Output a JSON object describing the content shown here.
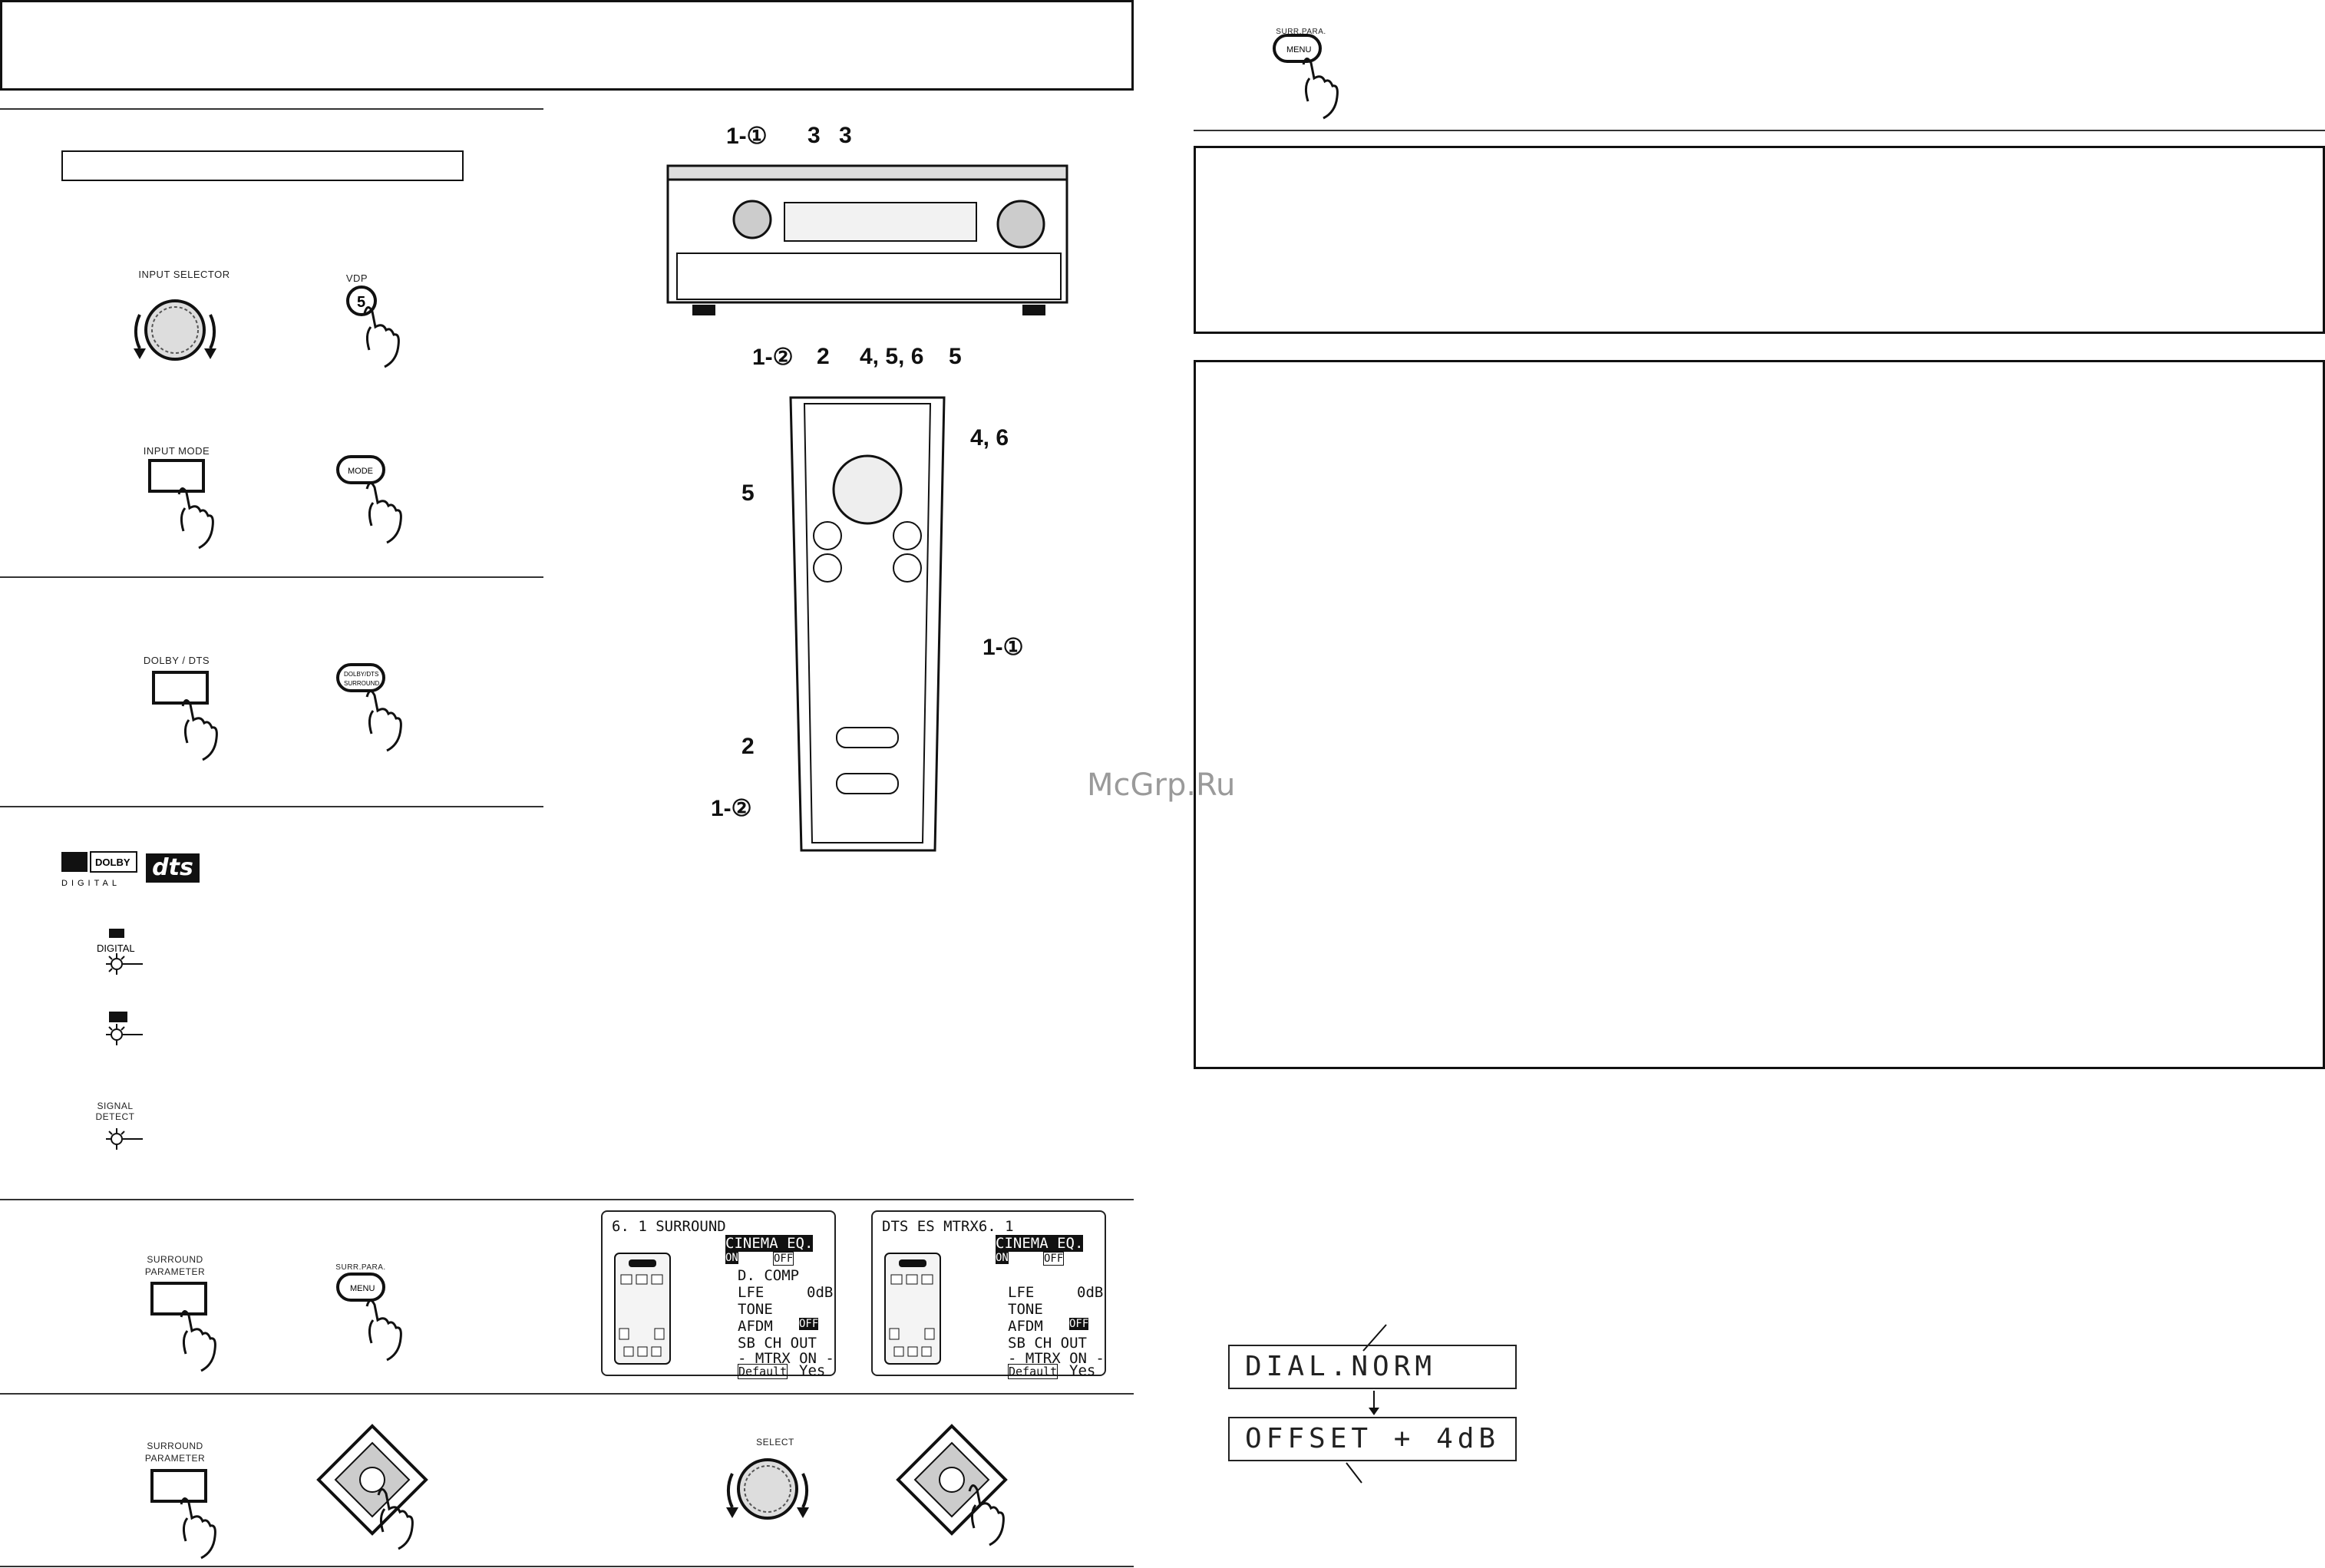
{
  "watermark": "McGrp.Ru",
  "buttons": {
    "input_selector": "INPUT SELECTOR",
    "vdp": "VDP",
    "input_mode": "INPUT MODE",
    "mode": "MODE",
    "dolby_dts": "DOLBY / DTS",
    "dolby_surround": "DOLBY/DTS SURROUND",
    "surround_parameter_1": "SURROUND PARAMETER",
    "surr_para_menu_1": "SURR.PARA.",
    "menu_1": "MENU",
    "surround_parameter_2": "SURROUND PARAMETER",
    "select": "SELECT",
    "surr_para_top": "SURR.PARA.",
    "menu_top": "MENU"
  },
  "indicators": {
    "dolby_digital_logo": "DOLBY DIGITAL",
    "dts_logo": "dts",
    "digital": "DIGITAL",
    "signal_detect": "SIGNAL DETECT"
  },
  "callouts": {
    "receiver_top_1": "1-①",
    "receiver_top_3a": "3",
    "receiver_top_3b": "3",
    "receiver_bottom_12": "1-②",
    "receiver_bottom_2": "2",
    "receiver_bottom_456": "4, 5, 6",
    "receiver_bottom_5": "5",
    "remote_46": "4, 6",
    "remote_5": "5",
    "remote_11": "1-①",
    "remote_2": "2",
    "remote_12": "1-②"
  },
  "screen_left": {
    "title": "6. 1 SURROUND",
    "rows": [
      "CINEMA EQ.",
      "ON",
      "OFF",
      "D. COMP",
      "LFE",
      "0dB",
      "TONE",
      "AFDM",
      "OFF",
      "SB CH OUT",
      "- MTRX ON -",
      "Default",
      "Yes"
    ]
  },
  "screen_right": {
    "title": "DTS ES MTRX6. 1",
    "rows": [
      "CINEMA EQ.",
      "ON",
      "OFF",
      "LFE",
      "0dB",
      "TONE",
      "AFDM",
      "OFF",
      "SB CH OUT",
      "- MTRX ON -",
      "Default",
      "Yes"
    ]
  },
  "display": {
    "line1": "DIAL.NORM",
    "line2": "OFFSET   + 4dB"
  }
}
